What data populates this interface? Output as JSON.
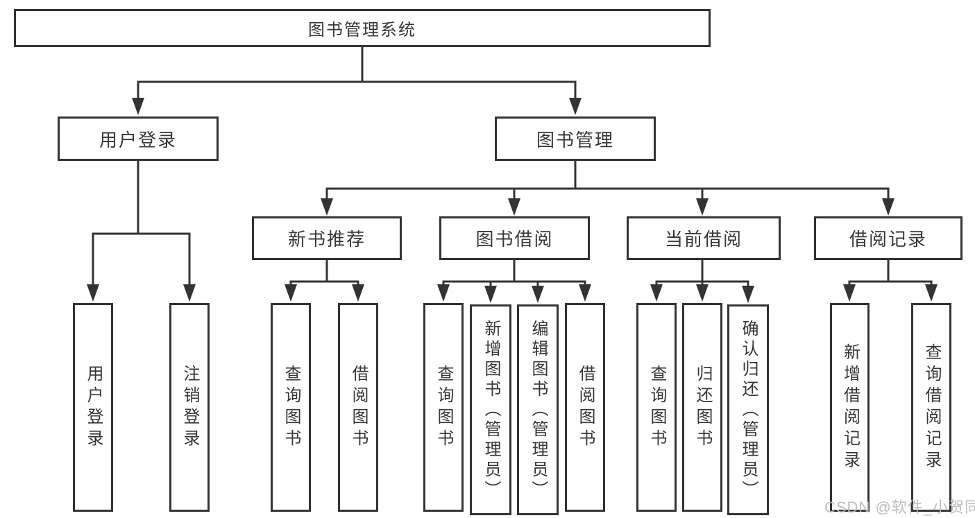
{
  "diagram": {
    "title": "图书管理系统",
    "nodes": {
      "root": "图书管理系统",
      "user_login": "用户登录",
      "book_mgmt": "图书管理",
      "new_book_rec": "新书推荐",
      "book_borrow": "图书借阅",
      "current_borrow": "当前借阅",
      "borrow_records": "借阅记录",
      "leaf_user_login": "用户登录",
      "leaf_logout": "注销登录",
      "leaf_nb_query": "查询图书",
      "leaf_nb_borrow": "借阅图书",
      "leaf_bb_query": "查询图书",
      "leaf_bb_add": "新增图书（管理员）",
      "leaf_bb_edit": "编辑图书（管理员）",
      "leaf_bb_borrow": "借阅图书",
      "leaf_cb_query": "查询图书",
      "leaf_cb_return": "归还图书",
      "leaf_cb_confirm": "确认归还（管理员）",
      "leaf_br_add": "新增借阅记录",
      "leaf_br_query": "查询借阅记录"
    }
  },
  "watermark": "CSDN @软件_小贺同学",
  "colors": {
    "line": "#333333",
    "text": "#363636",
    "box_background": "#ffffff",
    "watermark": "#bababa",
    "background": "#ffffff"
  }
}
